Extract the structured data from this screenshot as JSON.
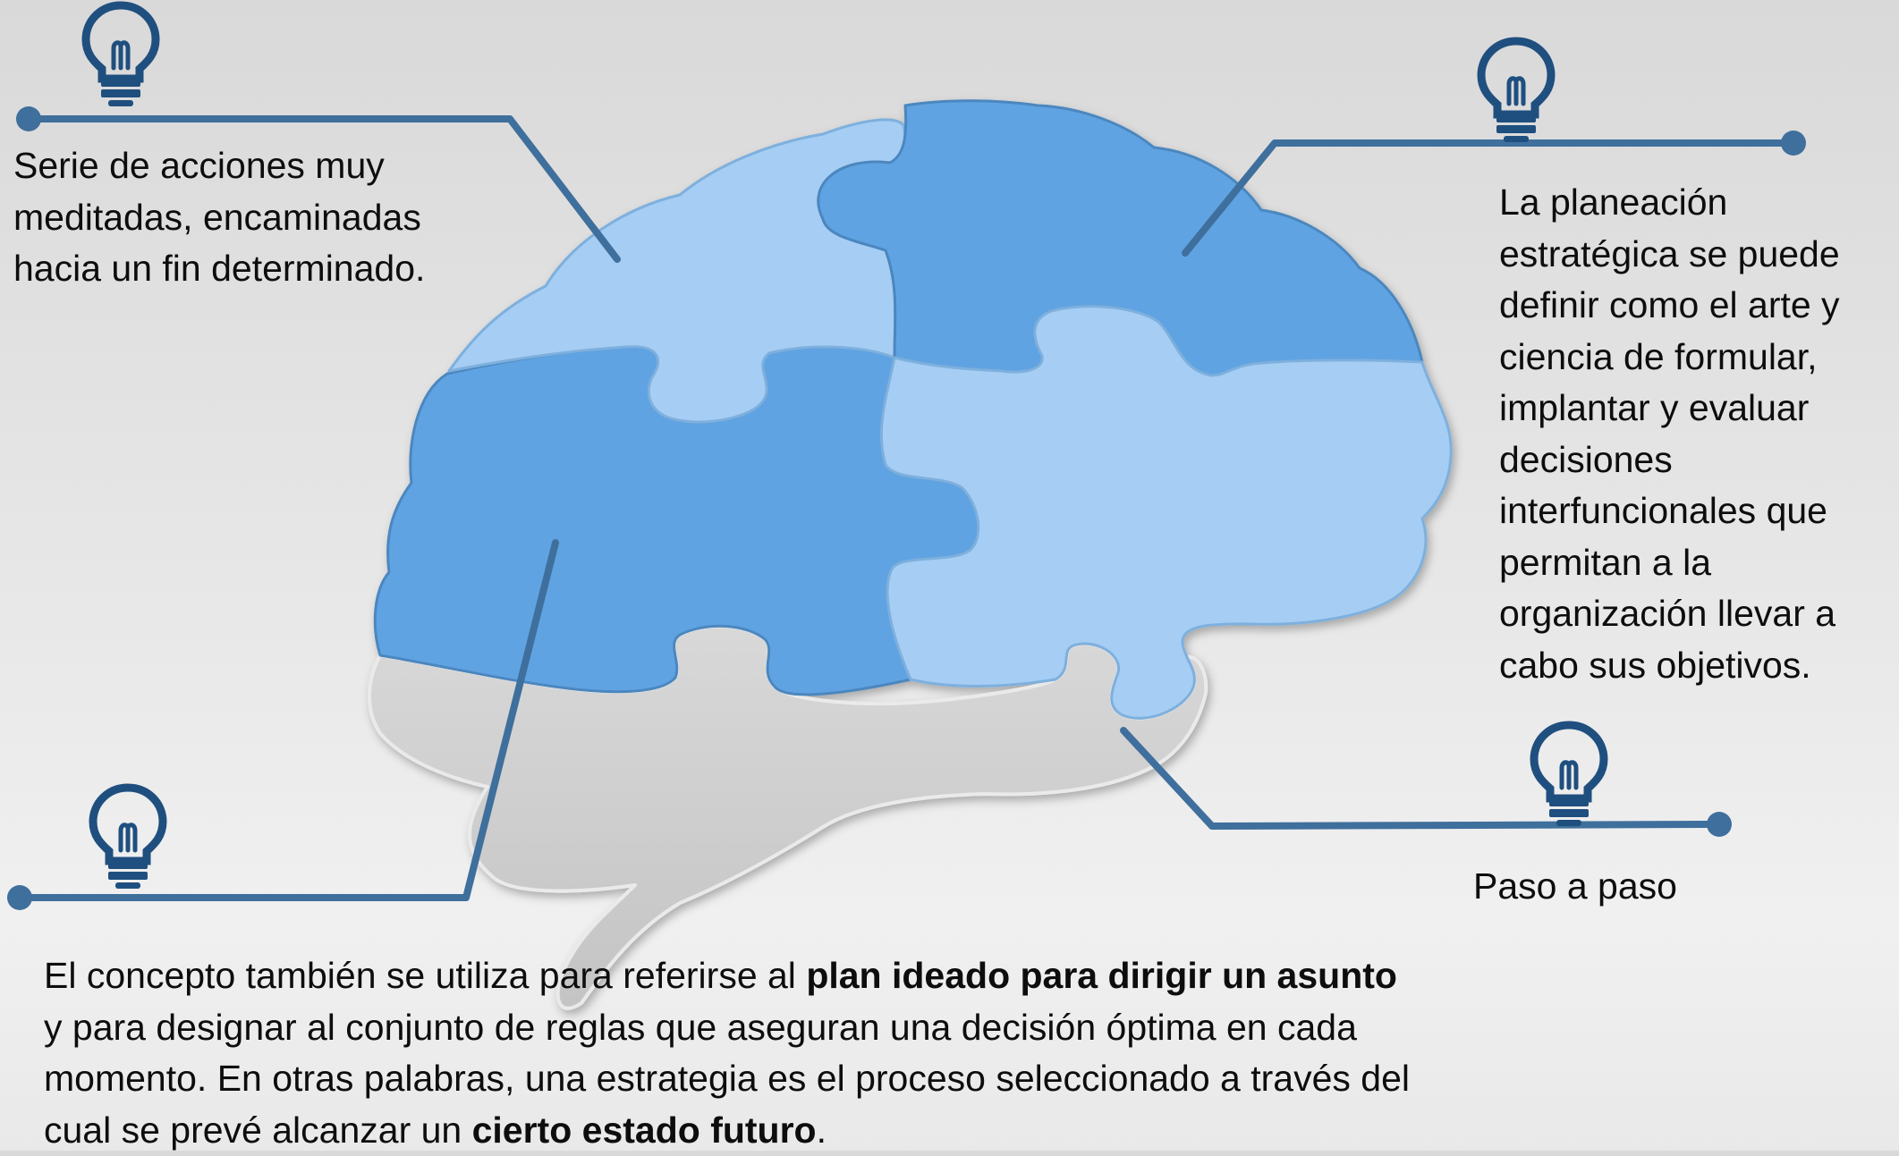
{
  "diagram": {
    "theme": "strategy-brain-puzzle",
    "colors": {
      "accent": "#3f6f9c",
      "icon": "#1f4f7f",
      "piece_dark": "#61a3e2",
      "piece_light": "#a6cdf3",
      "piece_gray": "#cbcbcb"
    },
    "icons": [
      "lightbulb-icon",
      "lightbulb-icon",
      "lightbulb-icon",
      "lightbulb-icon"
    ]
  },
  "callouts": {
    "top_left": {
      "text": "Serie de acciones muy meditadas, encaminadas hacia un fin determinado."
    },
    "top_right": {
      "text": "La planeación estratégica se puede definir como el arte y ciencia de formular, implantar y evaluar decisiones interfuncionales que permitan a la organización llevar a cabo sus objetivos."
    },
    "bottom_right": {
      "text": "Paso a paso"
    },
    "bottom": {
      "part1": "El concepto también se utiliza para referirse al ",
      "bold1": "plan ideado para dirigir un asunto",
      "part2": " y para designar al conjunto de reglas que aseguran una decisión óptima en cada momento. En otras palabras, una estrategia es el proceso seleccionado a través del cual se prevé alcanzar un ",
      "bold2": "cierto estado futuro",
      "part3": "."
    }
  }
}
